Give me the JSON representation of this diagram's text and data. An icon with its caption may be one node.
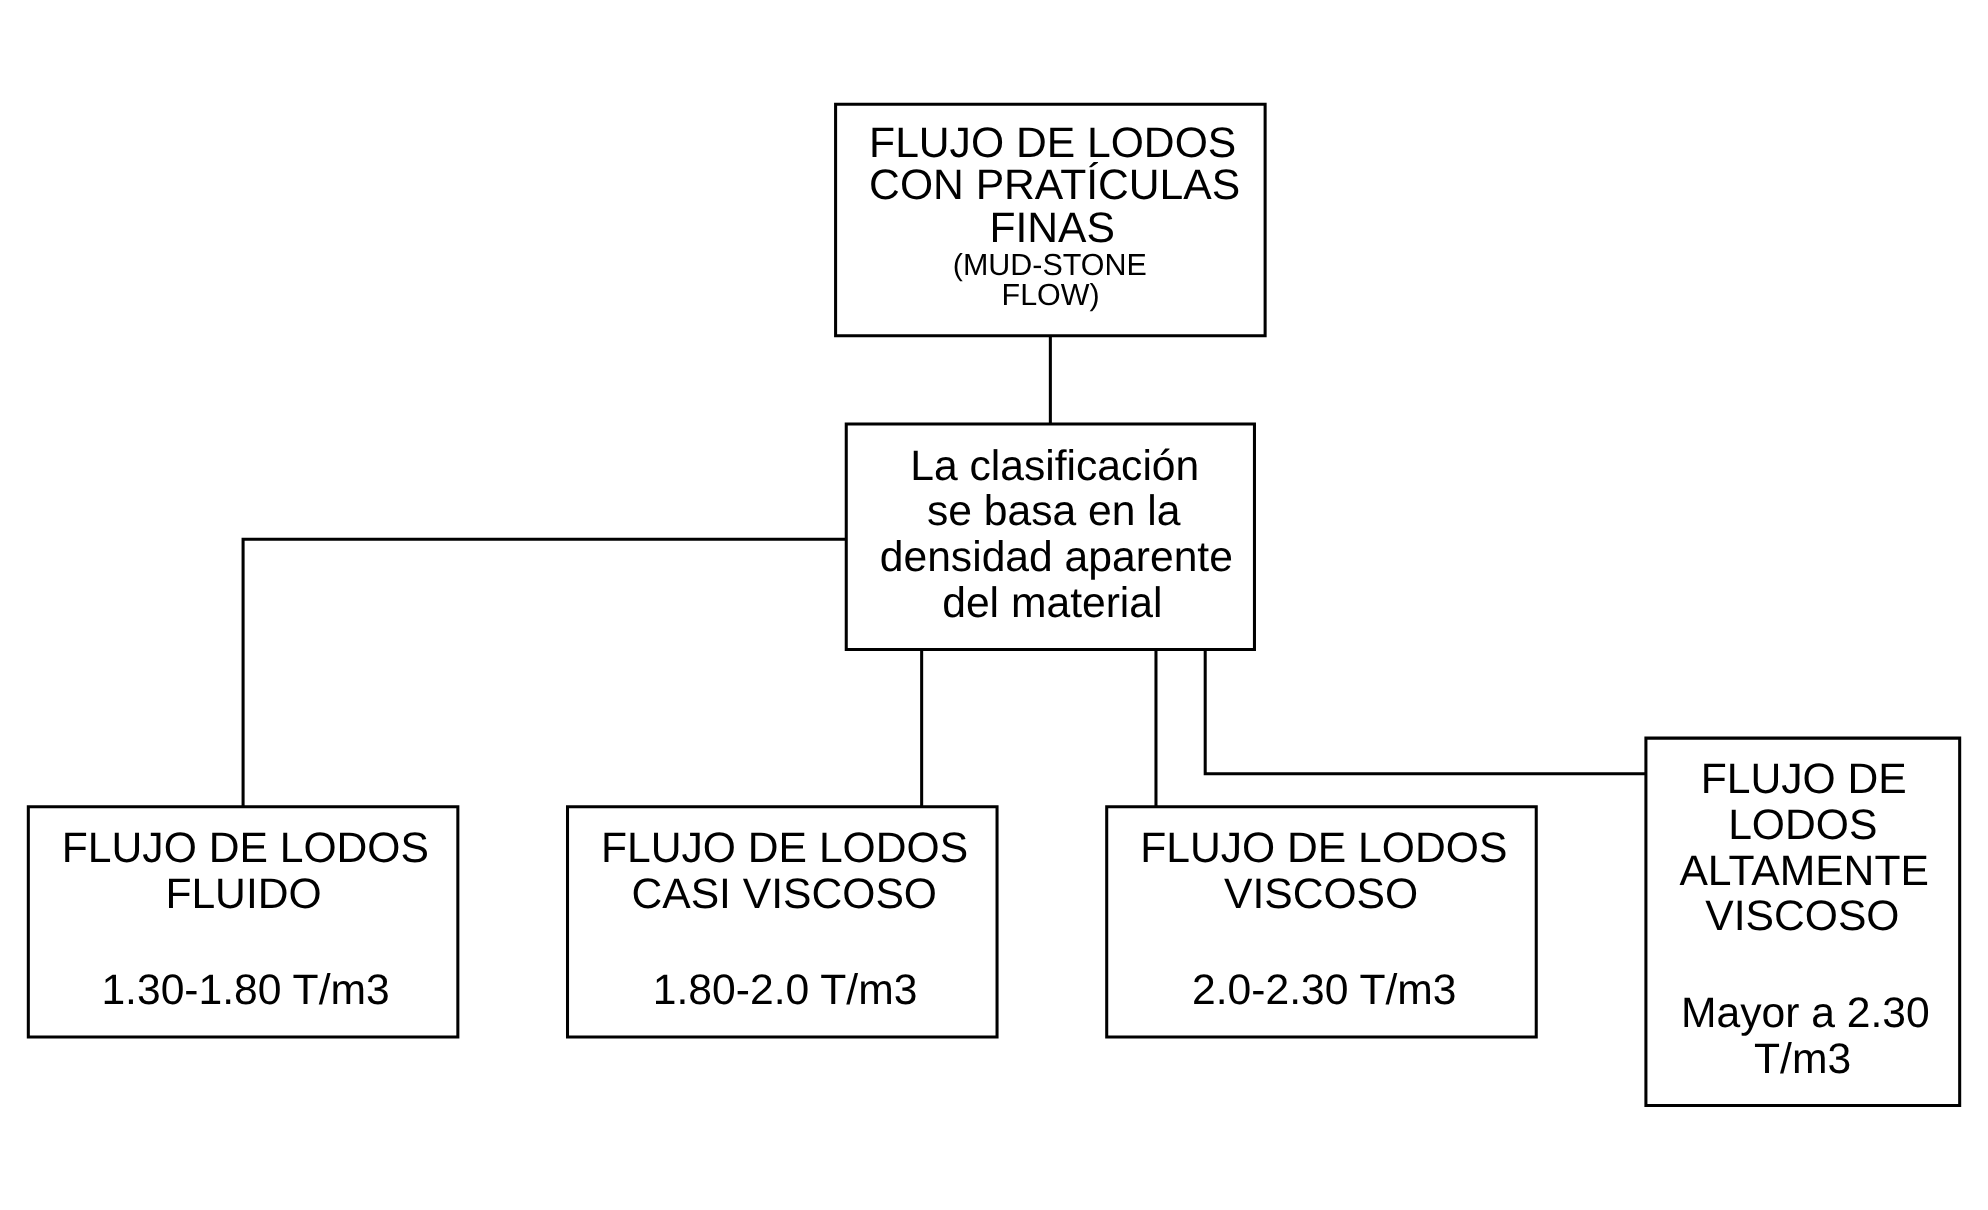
{
  "diagram": {
    "nodes": [
      {
        "text": [
          "FLUJO DE LODOS CON PRATÍCULAS FINAS",
          "(MUD-STONE FLOW)"
        ]
      },
      {
        "text": [
          "La clasificación se basa en la densidad aparente del material"
        ]
      },
      {
        "text": [
          "FLUJO DE LODOS FLUIDO",
          "1.30-1.80 T/m3"
        ]
      },
      {
        "text": [
          "FLUJO DE LODOS CASI VISCOSO",
          "1.80-2.0 T/m3"
        ]
      },
      {
        "text": [
          "FLUJO DE LODOS VISCOSO",
          "2.0-2.30 T/m3"
        ]
      },
      {
        "text": [
          "FLUJO DE LODOS ALTAMENTE VISCOSO",
          "Mayor a 2.30 T/m3"
        ]
      }
    ],
    "edges": [
      {
        "from": 0,
        "to": 1,
        "arrow": "none"
      },
      {
        "from": 1,
        "to": 2,
        "arrow": "none"
      },
      {
        "from": 1,
        "to": 3,
        "arrow": "none"
      },
      {
        "from": 1,
        "to": 4,
        "arrow": "none"
      },
      {
        "from": 1,
        "to": 5,
        "arrow": "none"
      }
    ]
  }
}
